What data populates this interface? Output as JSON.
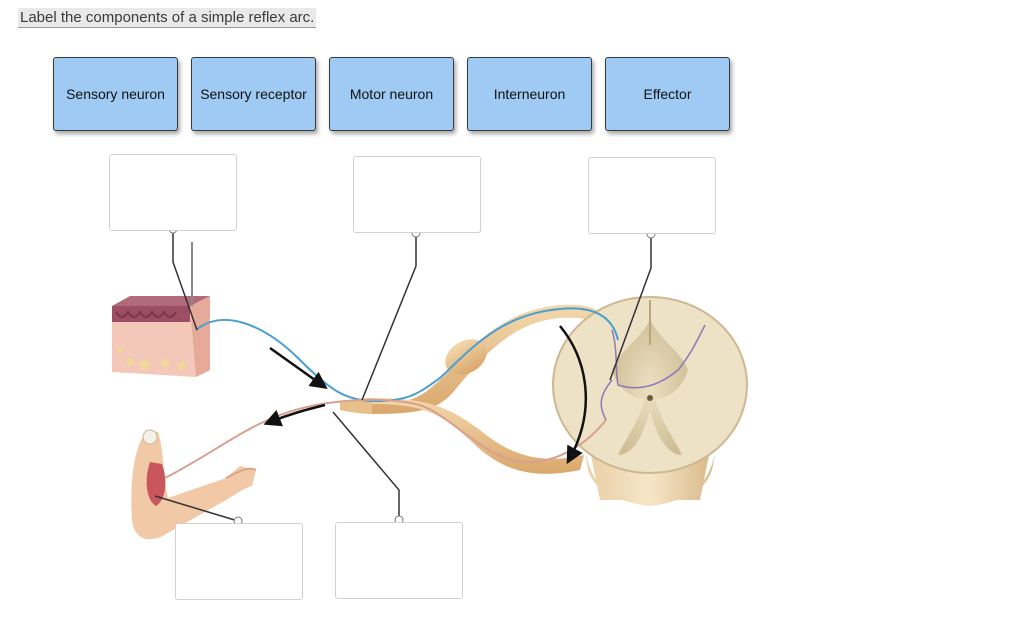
{
  "question": "Label the components of a simple reflex arc.",
  "labels": [
    "Sensory neuron",
    "Sensory receptor",
    "Motor neuron",
    "Interneuron",
    "Effector"
  ],
  "drop_targets": [
    "",
    "",
    "",
    "",
    ""
  ],
  "colors": {
    "tile_fill": "#9ecaf3",
    "sensory_neuron": "#4a9fcf",
    "motor_neuron": "#d9a090",
    "nerve": "#e7c08c"
  }
}
